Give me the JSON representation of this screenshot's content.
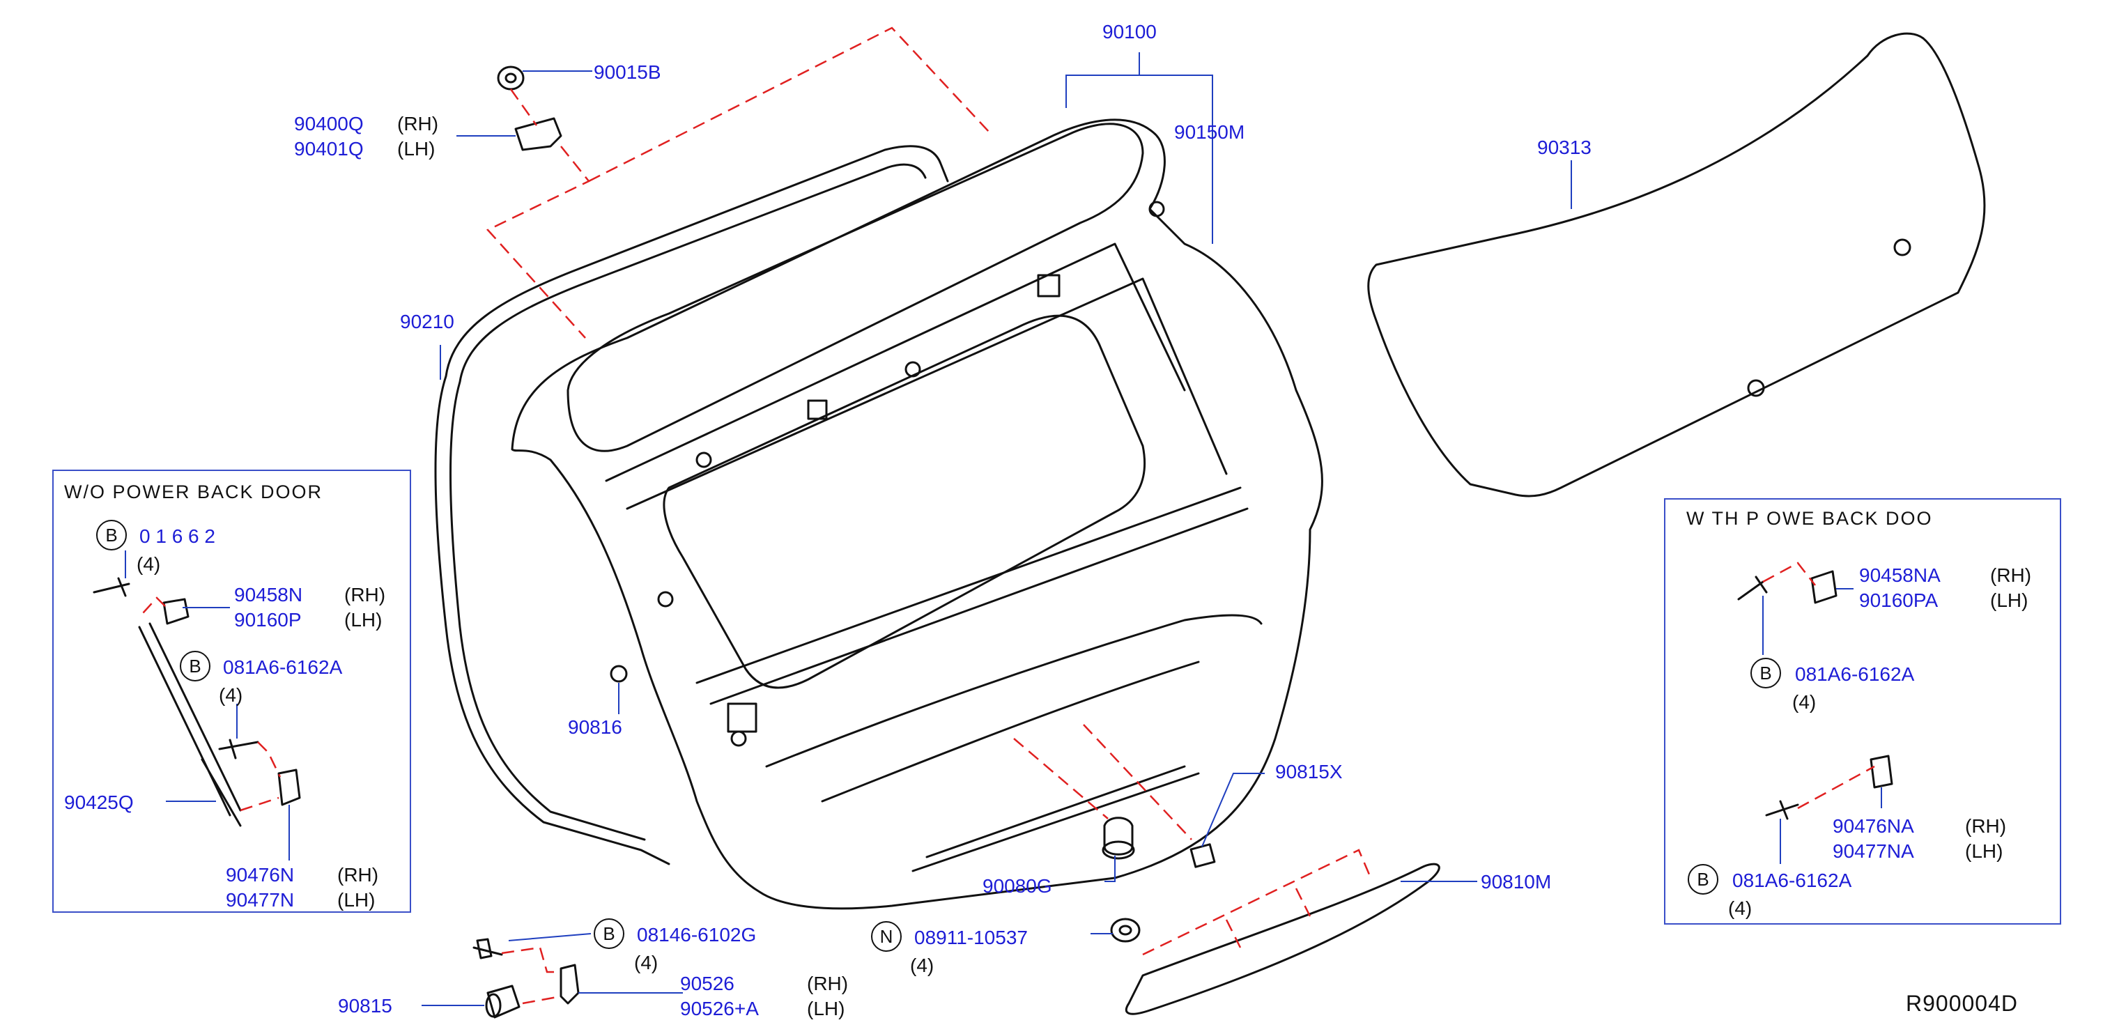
{
  "colors": {
    "part_number": "#1d1dd6",
    "leader": "#1f3fbf",
    "dash": "#e02020",
    "outline": "#111111",
    "panel_border": "#3a4fc8"
  },
  "reference_code": "R900004D",
  "panels": {
    "without_power": {
      "header": "W/O   POWER   BACK   DOOR"
    },
    "with_power": {
      "header": "W TH   P OWE    BACK   DOO  "
    }
  },
  "callouts": {
    "p90015B": "90015B",
    "p90400Q": "90400Q",
    "p90400Q_side": "(RH)",
    "p90401Q": "90401Q",
    "p90401Q_side": "(LH)",
    "p90100": "90100",
    "p90150M": "90150M",
    "p90313": "90313",
    "p90210": "90210",
    "p90816": "90816",
    "p90815X": "90815X",
    "p90080G": "90080G",
    "p90810M": "90810M",
    "p90815": "90815",
    "bolt_bottom_letter": "B",
    "bolt_bottom_pn": "08146-6102G",
    "bolt_bottom_qty": "(4)",
    "p90526": "90526",
    "p90526_side": "(RH)",
    "p90526A": "90526+A",
    "p90526A_side": "(LH)",
    "nut_letter": "N",
    "nut_pn": "08911-10537",
    "nut_qty": "(4)"
  },
  "left_panel": {
    "bolt_top_letter": "B",
    "bolt_top_pn": "0 1 6  6 2 ",
    "bolt_top_qty": "(4)",
    "p90458N": "90458N",
    "p90458N_side": "(RH)",
    "p90160P": "90160P",
    "p90160P_side": "(LH)",
    "bolt_mid_letter": "B",
    "bolt_mid_pn": "081A6-6162A",
    "bolt_mid_qty": "(4)",
    "p90425Q": "90425Q",
    "p90476N": "90476N",
    "p90476N_side": "(RH)",
    "p90477N": "90477N",
    "p90477N_side": "(LH)"
  },
  "right_panel": {
    "p90458NA": "90458NA",
    "p90458NA_side": "(RH)",
    "p90160PA": "90160PA",
    "p90160PA_side": "(LH)",
    "bolt_top_letter": "B",
    "bolt_top_pn": "081A6-6162A",
    "bolt_top_qty": "(4)",
    "p90476NA": "90476NA",
    "p90476NA_side": "(RH)",
    "p90477NA": "90477NA",
    "p90477NA_side": "(LH)",
    "bolt_bottom_letter": "B",
    "bolt_bottom_pn": "081A6-6162A",
    "bolt_bottom_qty": "(4)"
  }
}
